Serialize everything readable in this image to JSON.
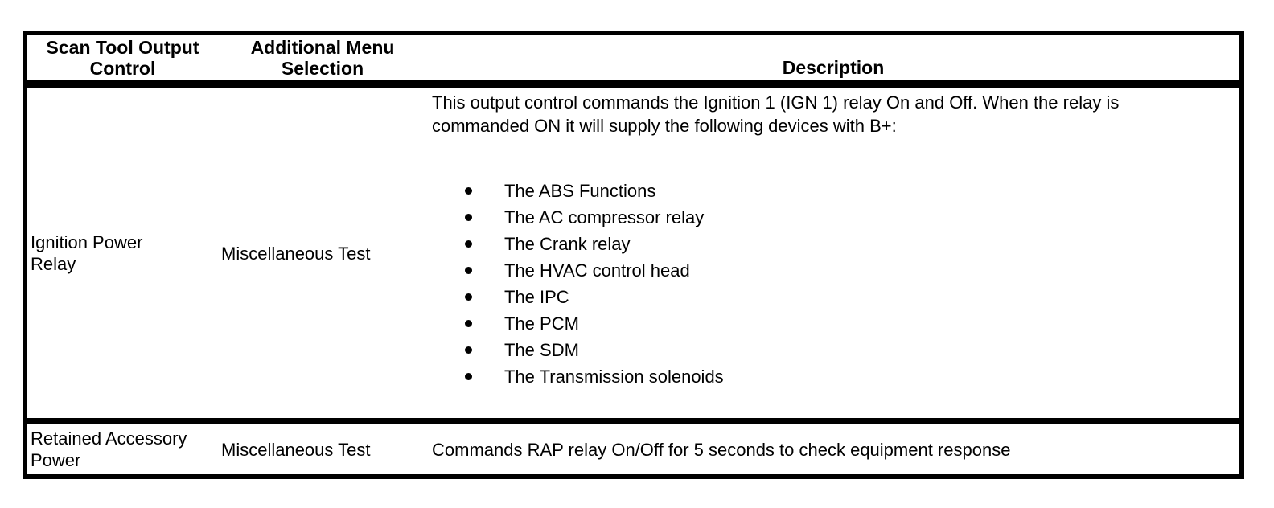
{
  "colors": {
    "background": "#ffffff",
    "text": "#000000",
    "border": "#000000"
  },
  "table": {
    "headers": [
      "Scan Tool Output\nControl",
      "Additional Menu\nSelection",
      "Description"
    ],
    "rows": [
      {
        "control": "Ignition Power\nRelay",
        "menu": "Miscellaneous Test",
        "description_intro": "This output control commands the Ignition 1 (IGN 1) relay On and Off. When the relay is\ncommanded ON it will supply the following devices with B+:",
        "description_bullets": [
          "The ABS Functions",
          "The AC compressor relay",
          "The Crank relay",
          "The HVAC control head",
          "The IPC",
          "The PCM",
          "The SDM",
          "The Transmission solenoids"
        ]
      },
      {
        "control": "Retained Accessory\nPower",
        "menu": "Miscellaneous Test",
        "description_intro": "Commands RAP relay On/Off for 5 seconds to check equipment response",
        "description_bullets": []
      }
    ]
  }
}
